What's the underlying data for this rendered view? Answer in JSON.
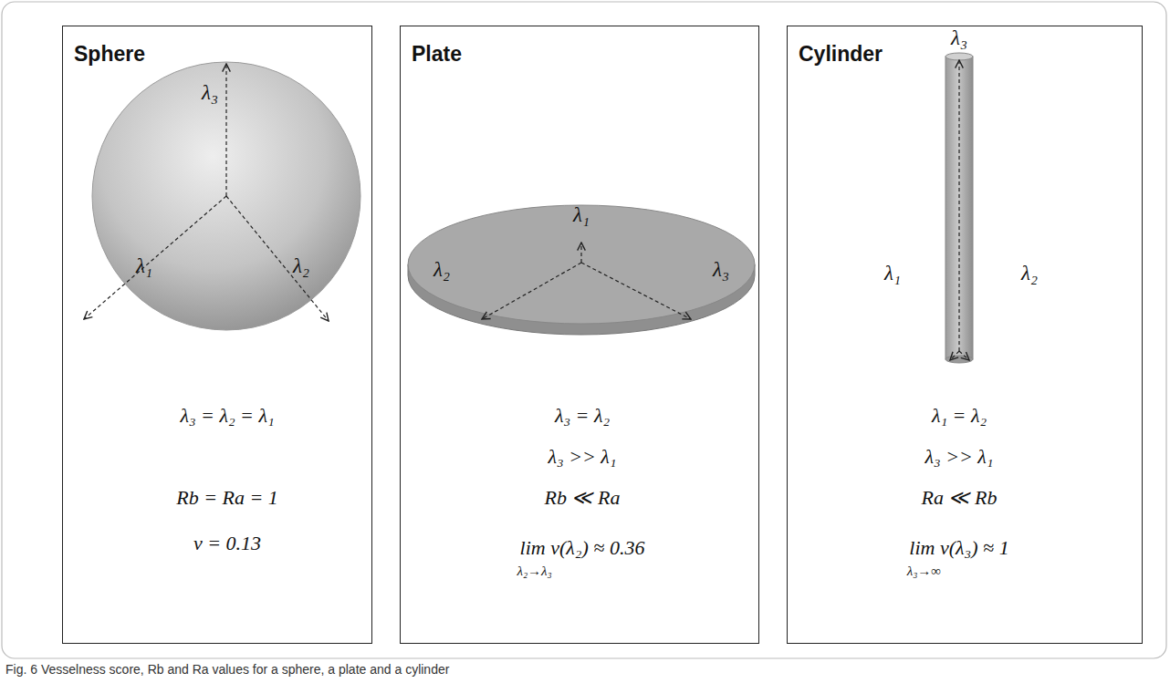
{
  "diagram": {
    "caption": "Fig. 6 Vesselness score, Rb and Ra values for a sphere, a plate and a cylinder",
    "nodes": [
      {
        "text": [
          "Sphere",
          "λ₃ = λ₂ = λ₁",
          "Rb = Ra = 1",
          "ν = 0.13"
        ]
      },
      {
        "text": [
          "Plate",
          "λ₃ = λ₂",
          "λ₃ >> λ₁",
          "Rb ≪ Ra",
          "lim ν(λ₂) ≈ 0.36",
          "λ₂→λ₃"
        ]
      },
      {
        "text": [
          "Cylinder",
          "λ₁ = λ₂",
          "λ₃ >> λ₁",
          "Ra ≪ Rb",
          "lim ν(λ₃) ≈ 1",
          "λ₃→∞"
        ]
      }
    ],
    "labels": [
      "λ₃",
      "λ₁",
      "λ₂",
      "λ₁",
      "λ₂",
      "λ₃",
      "λ₃",
      "λ₁",
      "λ₂"
    ]
  }
}
